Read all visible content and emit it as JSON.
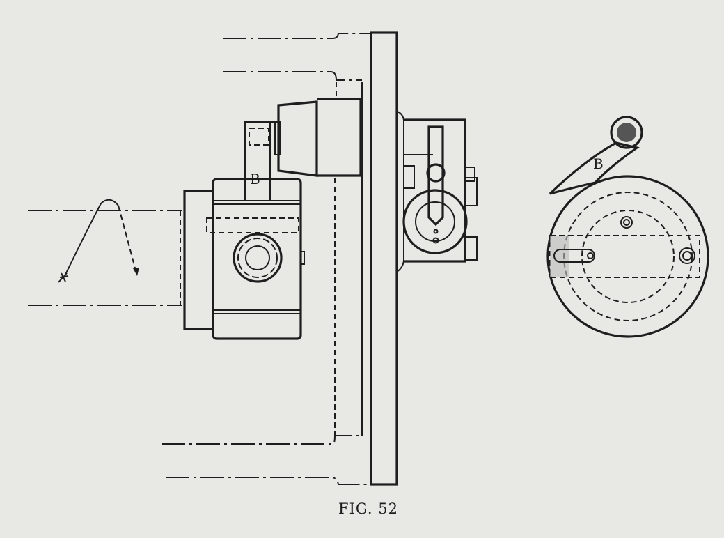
{
  "figure": {
    "caption": "FIG. 52",
    "side_view_label": "B",
    "end_view_label": "B"
  }
}
